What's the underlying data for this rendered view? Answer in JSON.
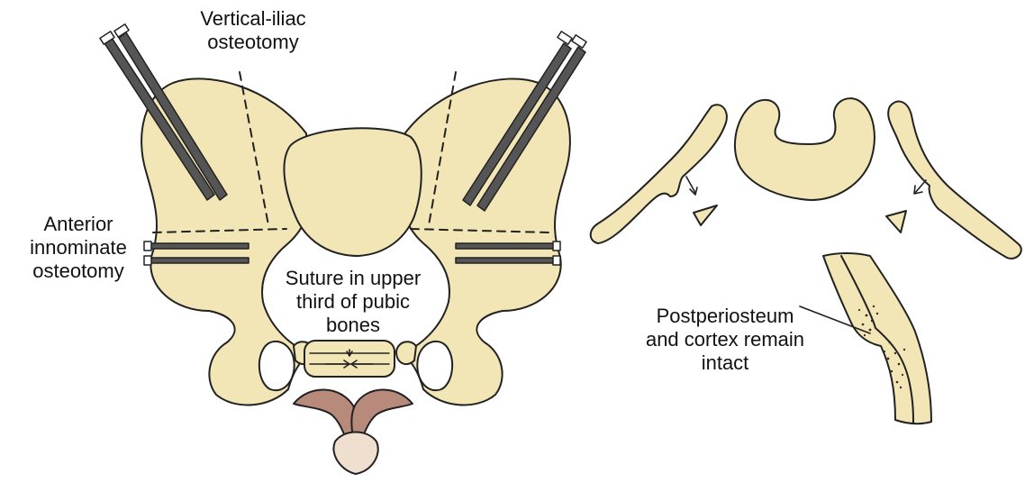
{
  "labels": {
    "vertical_iliac": {
      "line1": "Vertical-iliac",
      "line2": "osteotomy"
    },
    "anterior_innominate": {
      "line1": "Anterior",
      "line2": "innominate",
      "line3": "osteotomy"
    },
    "suture": {
      "line1": "Suture in upper",
      "line2": "third of pubic",
      "line3": "bones"
    },
    "periosteum": {
      "line1": "Postperiosteum",
      "line2": "and cortex remain",
      "line3": "intact"
    }
  },
  "colors": {
    "bone_fill": "#F2E6B6",
    "outline": "#222222",
    "pubic_tissue": "#B88A7C",
    "coccyx_fill": "#EEDFCF",
    "stipple": "#3A2A18"
  }
}
